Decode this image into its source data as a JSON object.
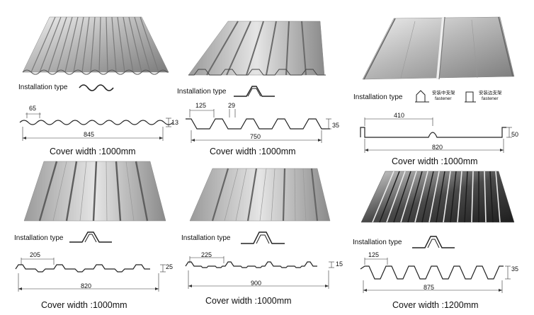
{
  "panels": [
    {
      "installation_label": "Installation type",
      "cover_width": "Cover width :1000mm",
      "dims": [
        "65",
        "845",
        "13"
      ]
    },
    {
      "installation_label": "Installation type",
      "cover_width": "Cover width :1000mm",
      "dims": [
        "125",
        "29",
        "750",
        "35"
      ]
    },
    {
      "installation_label": "Installation type",
      "cover_width": "Cover width :1000mm",
      "dims": [
        "410",
        "820",
        "50"
      ],
      "fastener_labels": [
        "安装中支架",
        "fastener",
        "安装边支架",
        "fastener"
      ]
    },
    {
      "installation_label": "Installation type",
      "cover_width": "Cover width :1000mm",
      "dims": [
        "205",
        "820",
        "25"
      ]
    },
    {
      "installation_label": "Installation type",
      "cover_width": "Cover width :1000mm",
      "dims": [
        "225",
        "900",
        "15"
      ]
    },
    {
      "installation_label": "Installation type",
      "cover_width": "Cover width :1200mm",
      "dims": [
        "125",
        "875",
        "35"
      ]
    }
  ],
  "colors": {
    "metal_light": "#e6e6e6",
    "metal_mid": "#b3b3b3",
    "metal_dark": "#6e6e6e",
    "line": "#333333"
  }
}
